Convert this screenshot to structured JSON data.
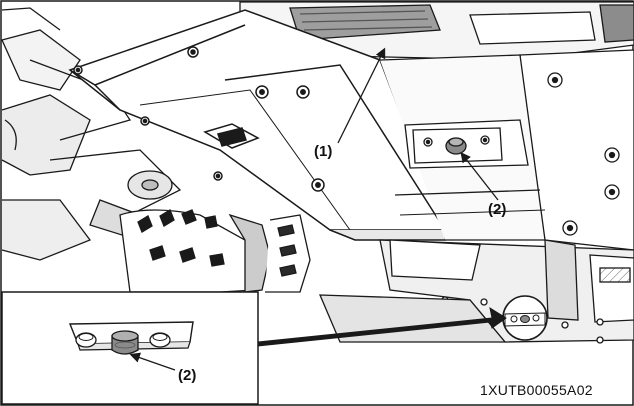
{
  "figure": {
    "callouts": {
      "part_1": "(1)",
      "part_2_main": "(2)",
      "part_2_inset": "(2)"
    },
    "figure_id": "1XUTB00055A02"
  },
  "colors": {
    "line": "#1a1a1a",
    "hatch": "#555555",
    "bolt_fill": "#8a8a8a",
    "background": "#ffffff"
  }
}
